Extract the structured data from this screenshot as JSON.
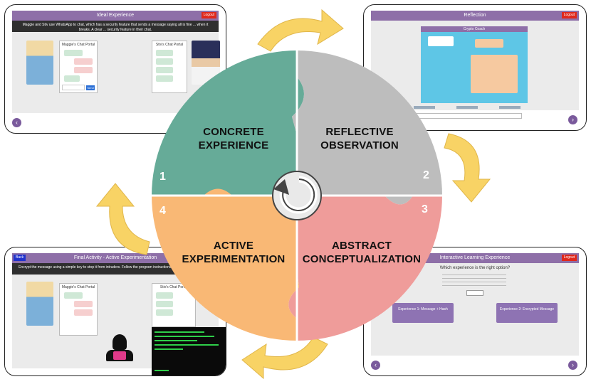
{
  "cycle": {
    "stages": [
      {
        "number": "1",
        "label_line1": "CONCRETE",
        "label_line2": "EXPERIENCE",
        "color": "#66ab98"
      },
      {
        "number": "2",
        "label_line1": "REFLECTIVE",
        "label_line2": "OBSERVATION",
        "color": "#bdbdbd"
      },
      {
        "number": "3",
        "label_line1": "ABSTRACT",
        "label_line2": "CONCEPTUALIZATION",
        "color": "#ef9c9a"
      },
      {
        "number": "4",
        "label_line1": "ACTIVE",
        "label_line2": "EXPERIMENTATION",
        "color": "#f9b875"
      }
    ],
    "arrow_color": "#f8d365"
  },
  "panels": {
    "ideal": {
      "title": "Ideal Experience",
      "logout": "Logout",
      "intro": "Maggie and Stiv use WhatsApp to chat, which has a security feature that sends a message saying all is fine ... when it breaks. A clear ... security feature in their chat.",
      "chat_left_title": "Maggie's Chat Portal",
      "chat_right_title": "Stiv's Chat Portal",
      "send_label": "Send"
    },
    "reflection": {
      "title": "Reflection",
      "logout": "Logout",
      "inner_title": "Crypto Coach"
    },
    "final": {
      "title": "Final Activity - Active Experimentation",
      "back": "Back",
      "intro": "Encrypt the message using a simple key to stop it from intruders. Follow the program instructions to encrypt the message...",
      "chat_left_title": "Maggie's Chat Portal",
      "chat_right_title": "Stiv's Chat Portal"
    },
    "interactive": {
      "title": "Interactive Learning Experience",
      "logout": "Logout",
      "question": "Which experience is the right option?",
      "option_left": "Experience 1: Message + Hash",
      "option_right": "Experience 2: Encrypted Message"
    }
  },
  "nav_icons": {
    "prev": "chevron-left-icon",
    "next": "chevron-right-icon"
  }
}
